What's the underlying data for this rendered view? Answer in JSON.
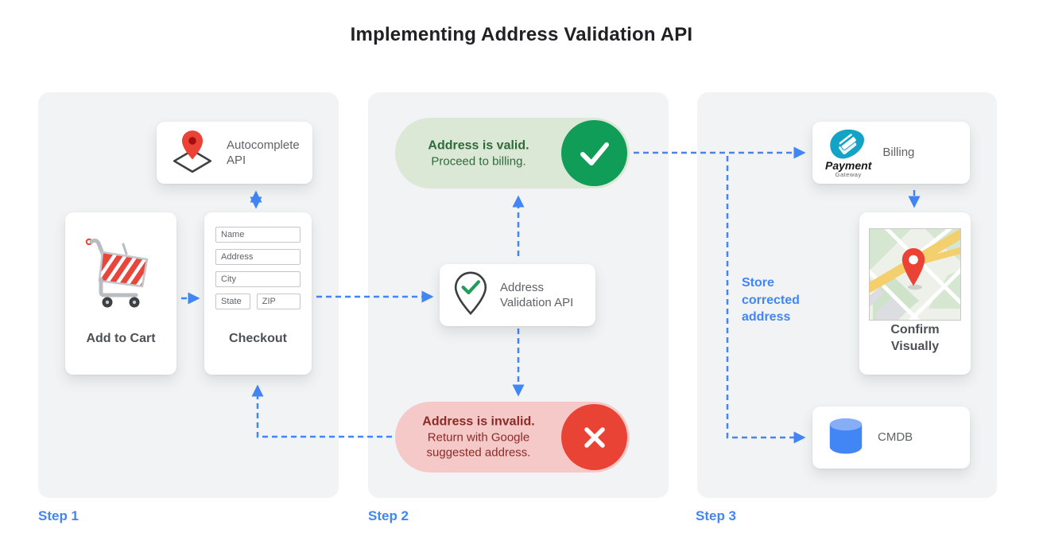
{
  "title": "Implementing Address Validation API",
  "colors": {
    "accent_blue": "#4285f4",
    "panel_bg": "#f1f3f4",
    "valid_pill_bg": "#dce8d6",
    "valid_circle": "#0f9d58",
    "valid_text": "#2f6a3d",
    "invalid_pill_bg": "#f6c9c9",
    "invalid_circle": "#e94335",
    "invalid_text": "#8c2a26",
    "card_label_gray": "#5f6368",
    "dark_label": "#4d5156"
  },
  "step1": {
    "label": "Step 1",
    "autocomplete_card": {
      "label": "Autocomplete API",
      "icon": "map-pin-diamond-icon"
    },
    "add_to_cart_card": {
      "label": "Add to Cart",
      "icon": "shopping-cart-icon"
    },
    "checkout_card": {
      "label": "Checkout",
      "fields": [
        {
          "placeholder": "Name"
        },
        {
          "placeholder": "Address"
        },
        {
          "placeholder": "City"
        },
        {
          "placeholder": "State"
        },
        {
          "placeholder": "ZIP"
        }
      ]
    }
  },
  "step2": {
    "label": "Step 2",
    "valid_pill": {
      "title": "Address is valid.",
      "subtitle": "Proceed to billing.",
      "icon": "checkmark-icon"
    },
    "validation_card": {
      "label": "Address Validation API",
      "icon": "pin-check-icon"
    },
    "invalid_pill": {
      "title": "Address is invalid.",
      "subtitle": "Return with Google suggested address.",
      "icon": "x-icon"
    }
  },
  "step3": {
    "label": "Step 3",
    "billing_card": {
      "label": "Billing",
      "logo_title": "Payment",
      "logo_subtitle": "Gateway",
      "icon": "payment-gateway-icon"
    },
    "store_note": "Store corrected address",
    "confirm_card": {
      "label": "Confirm Visually",
      "icon": "map-thumbnail"
    },
    "cmdb_card": {
      "label": "CMDB",
      "icon": "database-icon"
    }
  }
}
